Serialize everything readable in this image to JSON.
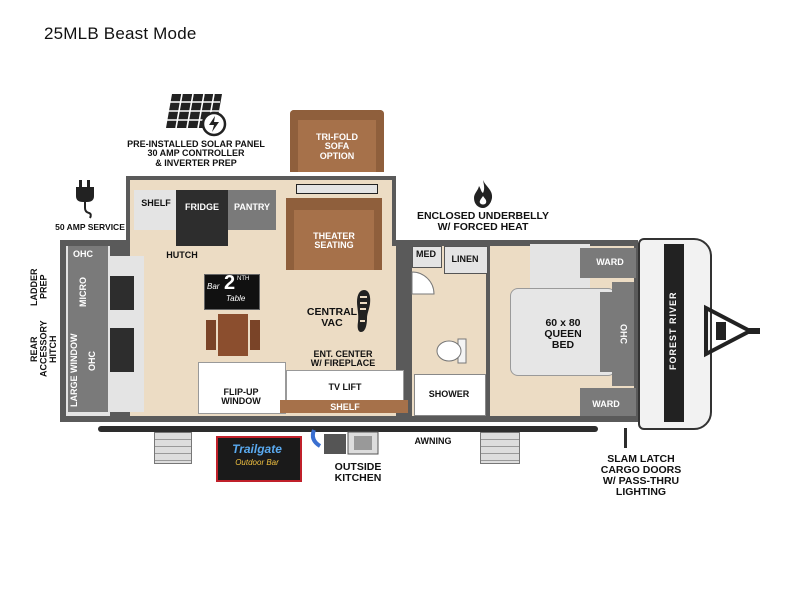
{
  "title": "25MLB Beast Mode",
  "callouts": {
    "solar": "PRE-INSTALLED SOLAR PANEL\n30 AMP CONTROLLER\n& INVERTER PREP",
    "sofa_option": "TRI-FOLD\nSOFA\nOPTION",
    "service": "50 AMP SERVICE",
    "underbelly": "ENCLOSED UNDERBELLY\nW/ FORCED HEAT",
    "ladder": "LADDER\nPREP",
    "hitch": "REAR\nACCESSORY\nHITCH",
    "outside_kitchen": "OUTSIDE\nKITCHEN",
    "awning": "AWNING",
    "cargo": "SLAM LATCH\nCARGO DOORS\nW/ PASS-THRU\nLIGHTING"
  },
  "rooms": {
    "shelf_top": "SHELF",
    "fridge": "FRIDGE",
    "pantry": "PANTRY",
    "hutch": "HUTCH",
    "theater": "THEATER\nSEATING",
    "central_vac": "CENTRAL\nVAC",
    "ent_center": "ENT. CENTER\nW/ FIREPLACE",
    "tv_lift": "TV LIFT",
    "shelf_bottom": "SHELF",
    "flip_up": "FLIP-UP\nWINDOW",
    "med": "MED",
    "linen": "LINEN",
    "shower": "SHOWER",
    "queen_bed": "60 x 80\nQUEEN\nBED",
    "ward_top": "WARD",
    "ward_bottom": "WARD",
    "ohc_front": "OHC",
    "ohc_rear_top": "OHC",
    "micro": "MICRO",
    "ohc_rear": "OHC",
    "large_window": "LARGE WINDOW",
    "brand": "FOREST RIVER"
  },
  "badges": {
    "bar_table_1": "Bar",
    "bar_table_2": "2",
    "bar_table_3": "NTH",
    "bar_table_4": "Table",
    "tailgate_1": "Trailgate",
    "tailgate_2": "Outdoor Bar"
  },
  "colors": {
    "floor": "#ecdcc4",
    "sofa": "#a6714a",
    "wall": "#5a5a5a",
    "cabinet": "#2d2d2d",
    "tailgate_red": "#c0202a",
    "tailgate_blue": "#3a8ee8"
  }
}
